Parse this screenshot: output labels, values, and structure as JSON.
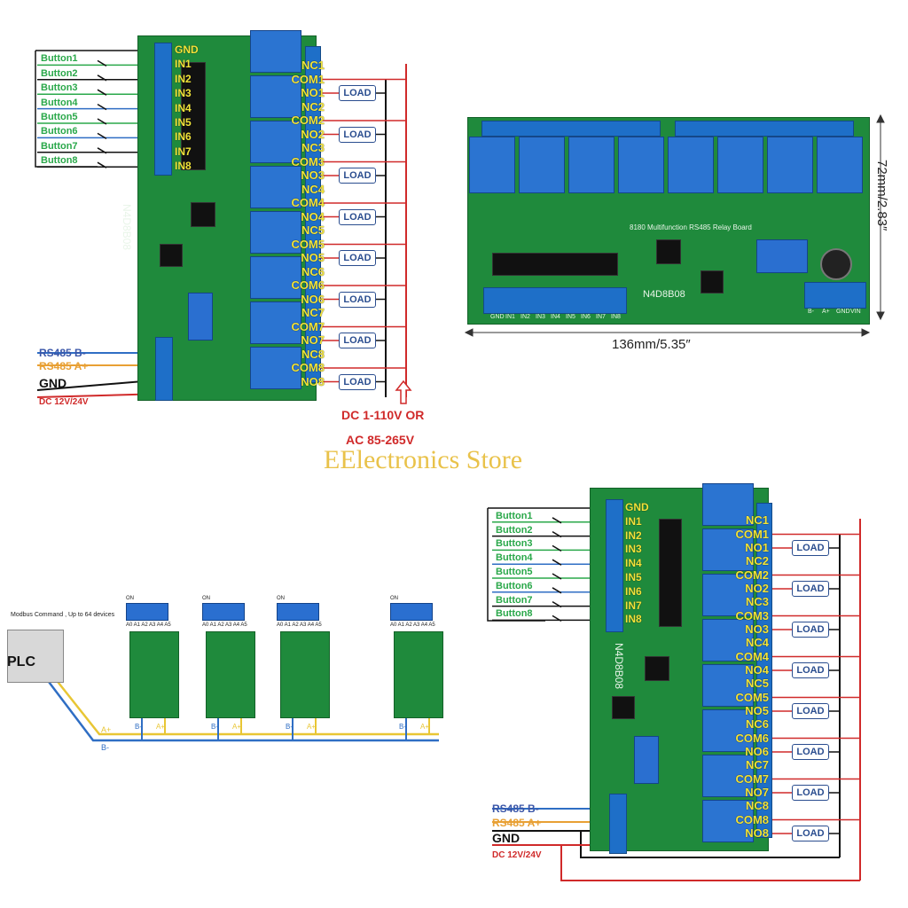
{
  "board_label": "N4D8B08",
  "board_silk": "8180 Multifunction RS485 Relay Board",
  "diagram_top": {
    "buttons": [
      "Button1",
      "Button2",
      "Button3",
      "Button4",
      "Button5",
      "Button6",
      "Button7",
      "Button8"
    ],
    "inputs": [
      "GND",
      "IN1",
      "IN2",
      "IN3",
      "IN4",
      "IN5",
      "IN6",
      "IN7",
      "IN8"
    ],
    "relay_terms": [
      "NC1",
      "COM1",
      "NO1",
      "NC2",
      "COM2",
      "NO2",
      "NC3",
      "COM3",
      "NO3",
      "NC4",
      "COM4",
      "NO4",
      "NC5",
      "COM5",
      "NO5",
      "NC6",
      "COM6",
      "NO6",
      "NC7",
      "COM7",
      "NO7",
      "NC8",
      "COM8",
      "NO8"
    ],
    "load": "LOAD",
    "power_labels": [
      "RS485 B-",
      "RS485 A+",
      "GND",
      "DC 12V/24V"
    ],
    "supply_line1": "DC 1-110V OR",
    "supply_line2": "AC 85-265V"
  },
  "dimensions": {
    "width": "136mm/5.35″",
    "height": "72mm/2.83″"
  },
  "photo_terminals": [
    "GND",
    "IN1",
    "IN2",
    "IN3",
    "IN4",
    "IN5",
    "IN6",
    "IN7",
    "IN8"
  ],
  "photo_power_terms": [
    "B-",
    "A+",
    "GND",
    "VIN"
  ],
  "watermark": "EElectronics Store",
  "network": {
    "caption": "Modbus Command , Up to 64 devices",
    "plc": "PLC",
    "a_label": "A+",
    "b_label": "B-",
    "dip_labels": "A0 A1 A2 A3 A4 A5",
    "dip_on": "ON"
  },
  "colors": {
    "pcb": "#1f8a3c",
    "terminal": "#1e6fc8",
    "wire_red": "#d02a2a",
    "wire_black": "#111111",
    "wire_blue": "#2f6ec4",
    "wire_yellow": "#e8c634",
    "label_yellow": "#f2e43a",
    "button_green": "#2aa84a",
    "watermark": "#e9c24a"
  }
}
